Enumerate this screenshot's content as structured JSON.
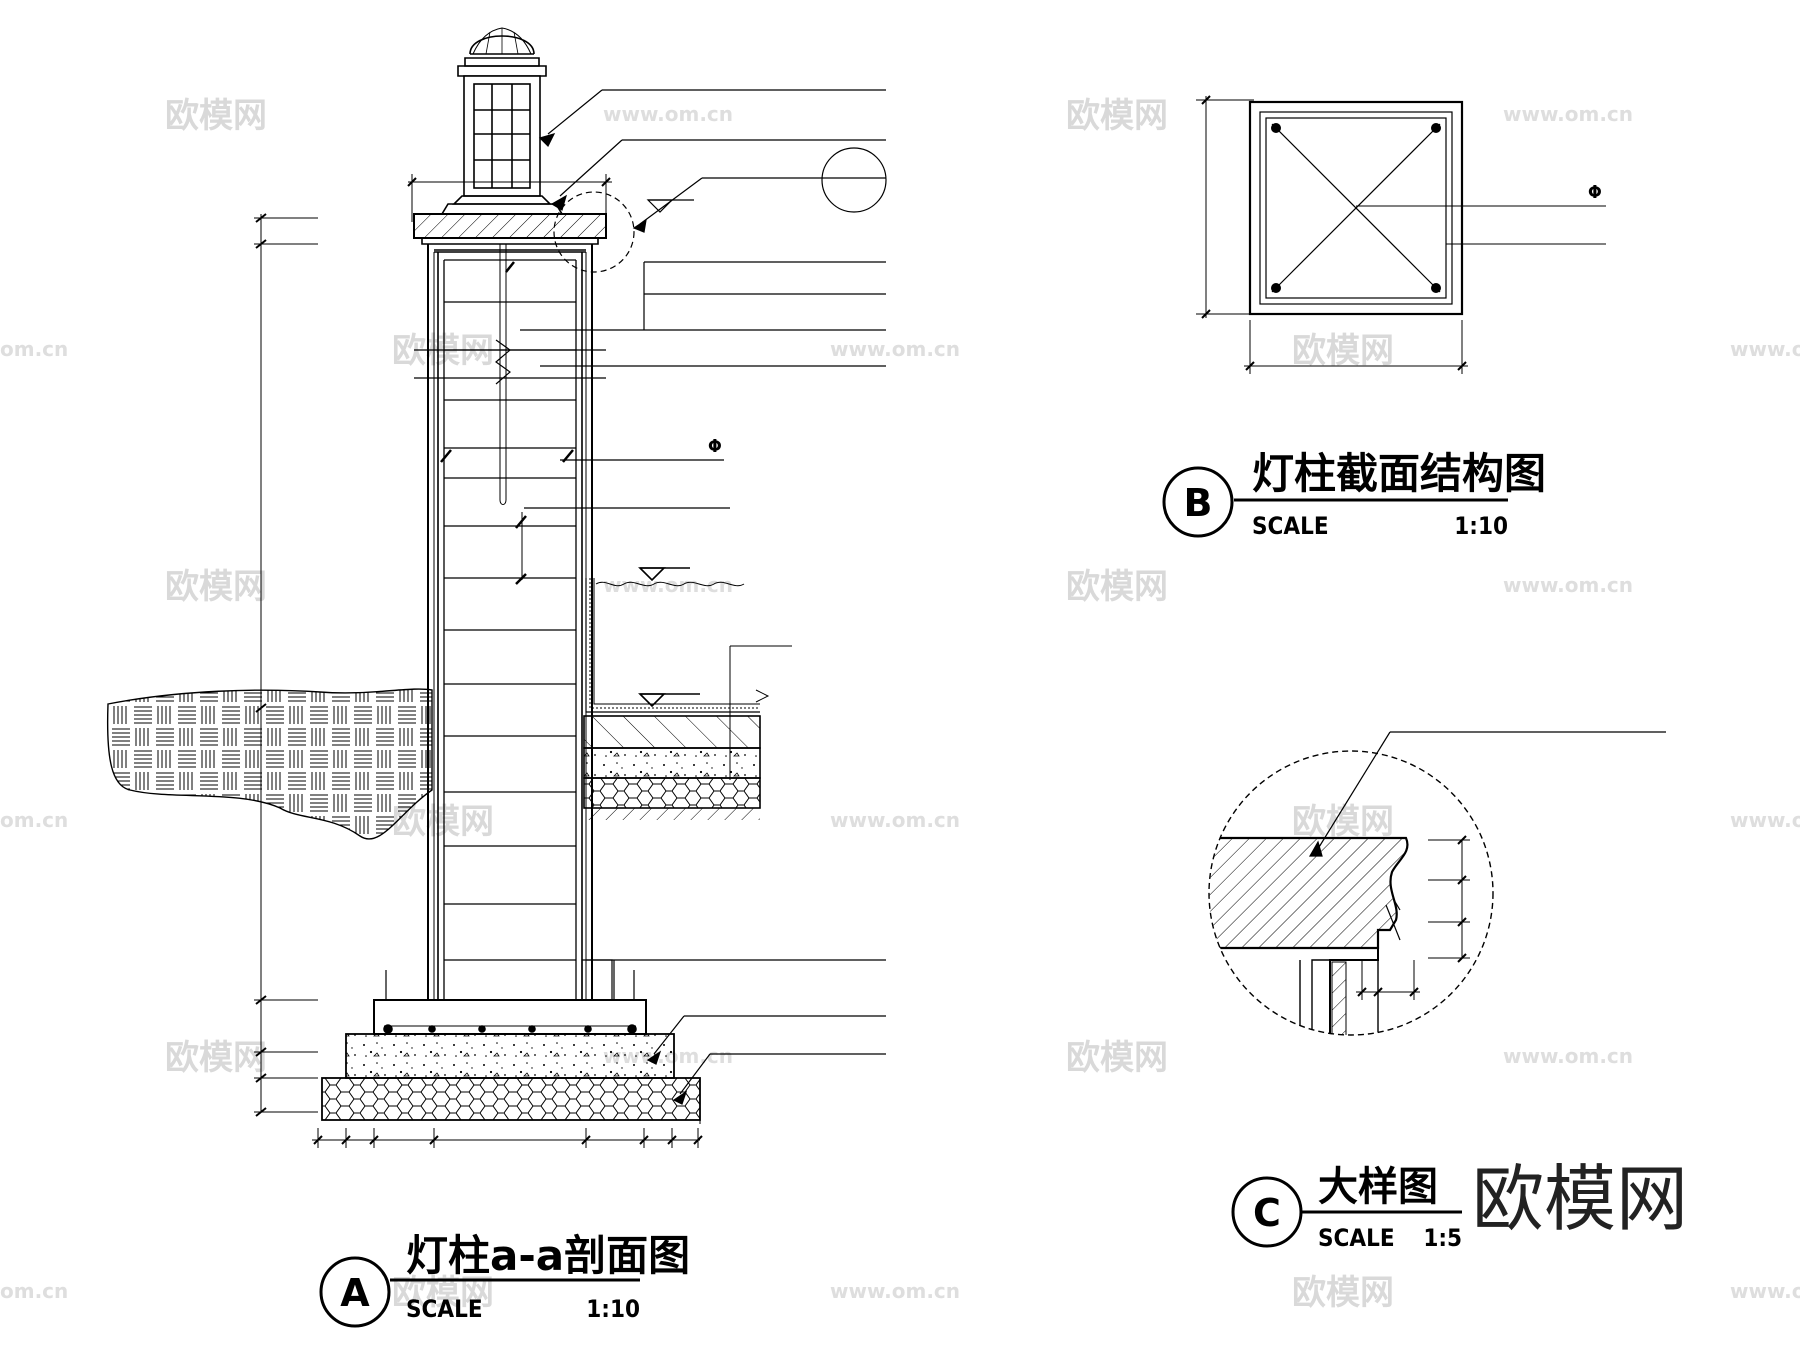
{
  "detail_a": {
    "marker": "A",
    "title": "灯柱a-a剖面图",
    "scale_label": "SCALE",
    "scale_value": "1:10"
  },
  "detail_b": {
    "marker": "B",
    "title": "灯柱截面结构图",
    "scale_label": "SCALE",
    "scale_value": "1:10"
  },
  "detail_c": {
    "marker": "C",
    "title": "大样图",
    "scale_label": "SCALE",
    "scale_value": "1:5"
  },
  "symbols": {
    "diameter": "Φ"
  },
  "watermark": {
    "brand": "欧模网",
    "url": "www.om.cn",
    "url_short": "om.cn"
  }
}
